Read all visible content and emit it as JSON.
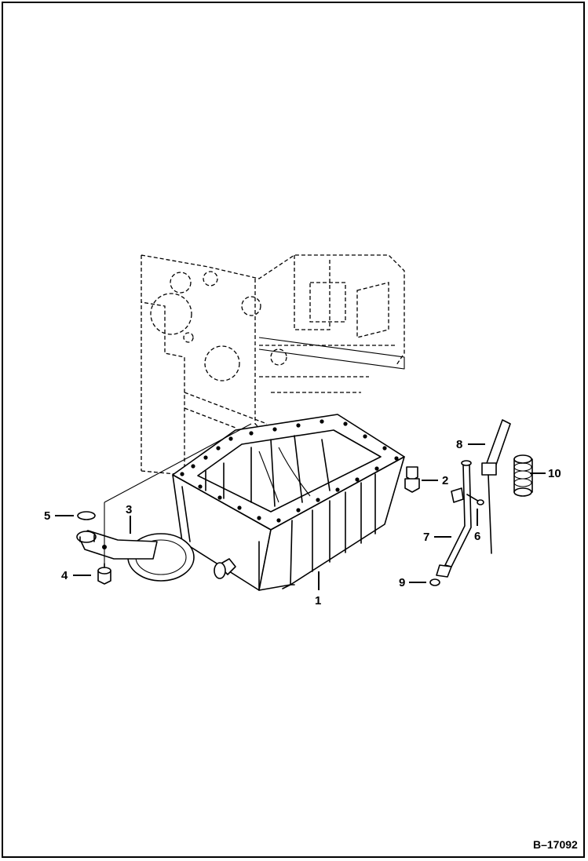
{
  "diagram": {
    "reference_code": "B–17092",
    "callouts": [
      {
        "id": "c1",
        "label": "1"
      },
      {
        "id": "c2",
        "label": "2"
      },
      {
        "id": "c3",
        "label": "3"
      },
      {
        "id": "c4",
        "label": "4"
      },
      {
        "id": "c5",
        "label": "5"
      },
      {
        "id": "c6",
        "label": "6"
      },
      {
        "id": "c7",
        "label": "7"
      },
      {
        "id": "c8",
        "label": "8"
      },
      {
        "id": "c9",
        "label": "9"
      },
      {
        "id": "c10",
        "label": "10"
      }
    ]
  }
}
